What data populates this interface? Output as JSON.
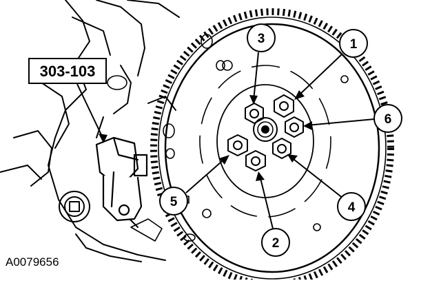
{
  "tool_label": "303-103",
  "figure_id": "A0079656",
  "callouts": [
    {
      "number": "1",
      "meaning": ""
    },
    {
      "number": "2"
    },
    {
      "number": "3"
    },
    {
      "number": "4"
    },
    {
      "number": "5"
    },
    {
      "number": "6"
    }
  ]
}
